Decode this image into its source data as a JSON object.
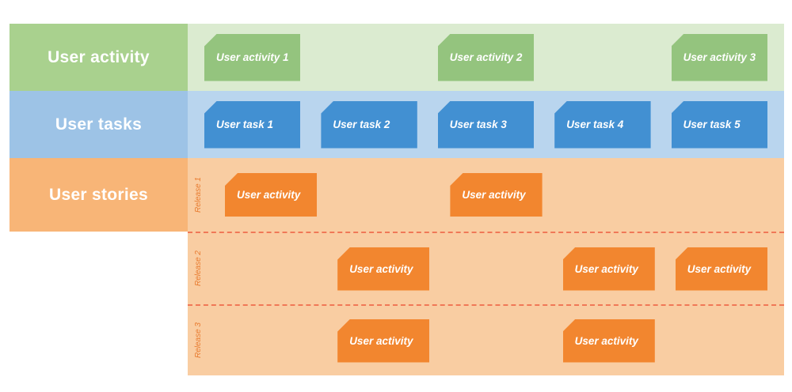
{
  "rows": [
    {
      "label": "User activity"
    },
    {
      "label": "User tasks"
    },
    {
      "label": "User stories"
    }
  ],
  "activities": [
    "User activity 1",
    "User activity 2",
    "User activity 3"
  ],
  "tasks": [
    "User task 1",
    "User task 2",
    "User task 3",
    "User task 4",
    "User task 5"
  ],
  "releases": [
    {
      "label": "Release 1",
      "cards": [
        {
          "col": 1,
          "text": "User activity"
        },
        {
          "col": 3,
          "text": "User activity"
        }
      ]
    },
    {
      "label": "Release 2",
      "cards": [
        {
          "col": 2,
          "text": "User activity"
        },
        {
          "col": 4,
          "text": "User activity"
        },
        {
          "col": 5,
          "text": "User activity"
        }
      ]
    },
    {
      "label": "Release 3",
      "cards": [
        {
          "col": 2,
          "text": "User activity"
        },
        {
          "col": 4,
          "text": "User activity"
        }
      ]
    }
  ],
  "colors": {
    "green_label": "#a9d18e",
    "green_row_bg": "#dbebd0",
    "green_card": "#94c47e",
    "blue_label": "#9dc3e6",
    "blue_row_bg": "#b9d5ee",
    "blue_card": "#4290d2",
    "orange_label": "#f8b577",
    "orange_row_bg": "#f9cda2",
    "orange_card": "#f2862f",
    "release_label_text": "#e87a2e",
    "release_divider": "#f07857"
  }
}
